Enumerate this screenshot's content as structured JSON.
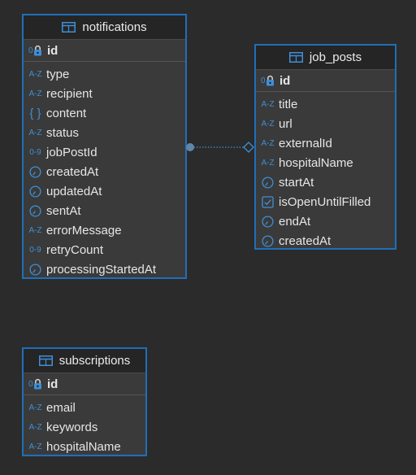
{
  "tables": {
    "notifications": {
      "name": "notifications",
      "pk": "id",
      "columns": [
        {
          "name": "type",
          "type_icon": "A-Z"
        },
        {
          "name": "recipient",
          "type_icon": "A-Z"
        },
        {
          "name": "content",
          "type_icon": "{ }"
        },
        {
          "name": "status",
          "type_icon": "A-Z"
        },
        {
          "name": "jobPostId",
          "type_icon": "0-9"
        },
        {
          "name": "createdAt",
          "type_icon": "clock-icon"
        },
        {
          "name": "updatedAt",
          "type_icon": "clock-icon"
        },
        {
          "name": "sentAt",
          "type_icon": "clock-icon"
        },
        {
          "name": "errorMessage",
          "type_icon": "A-Z"
        },
        {
          "name": "retryCount",
          "type_icon": "0-9"
        },
        {
          "name": "processingStartedAt",
          "type_icon": "clock-icon"
        }
      ]
    },
    "job_posts": {
      "name": "job_posts",
      "pk": "id",
      "columns": [
        {
          "name": "title",
          "type_icon": "A-Z"
        },
        {
          "name": "url",
          "type_icon": "A-Z"
        },
        {
          "name": "externalId",
          "type_icon": "A-Z"
        },
        {
          "name": "hospitalName",
          "type_icon": "A-Z"
        },
        {
          "name": "startAt",
          "type_icon": "clock-icon"
        },
        {
          "name": "isOpenUntilFilled",
          "type_icon": "checkbox-icon"
        },
        {
          "name": "endAt",
          "type_icon": "clock-icon"
        },
        {
          "name": "createdAt",
          "type_icon": "clock-icon"
        }
      ]
    },
    "subscriptions": {
      "name": "subscriptions",
      "pk": "id",
      "columns": [
        {
          "name": "email",
          "type_icon": "A-Z"
        },
        {
          "name": "keywords",
          "type_icon": "A-Z"
        },
        {
          "name": "hospitalName",
          "type_icon": "A-Z"
        }
      ]
    }
  },
  "relationship": {
    "from": "notifications.jobPostId",
    "to": "job_posts.id",
    "style": "dotted"
  },
  "colors": {
    "background": "#2b2b2b",
    "border": "#1f6fb8",
    "accent": "#3e8fd6"
  }
}
